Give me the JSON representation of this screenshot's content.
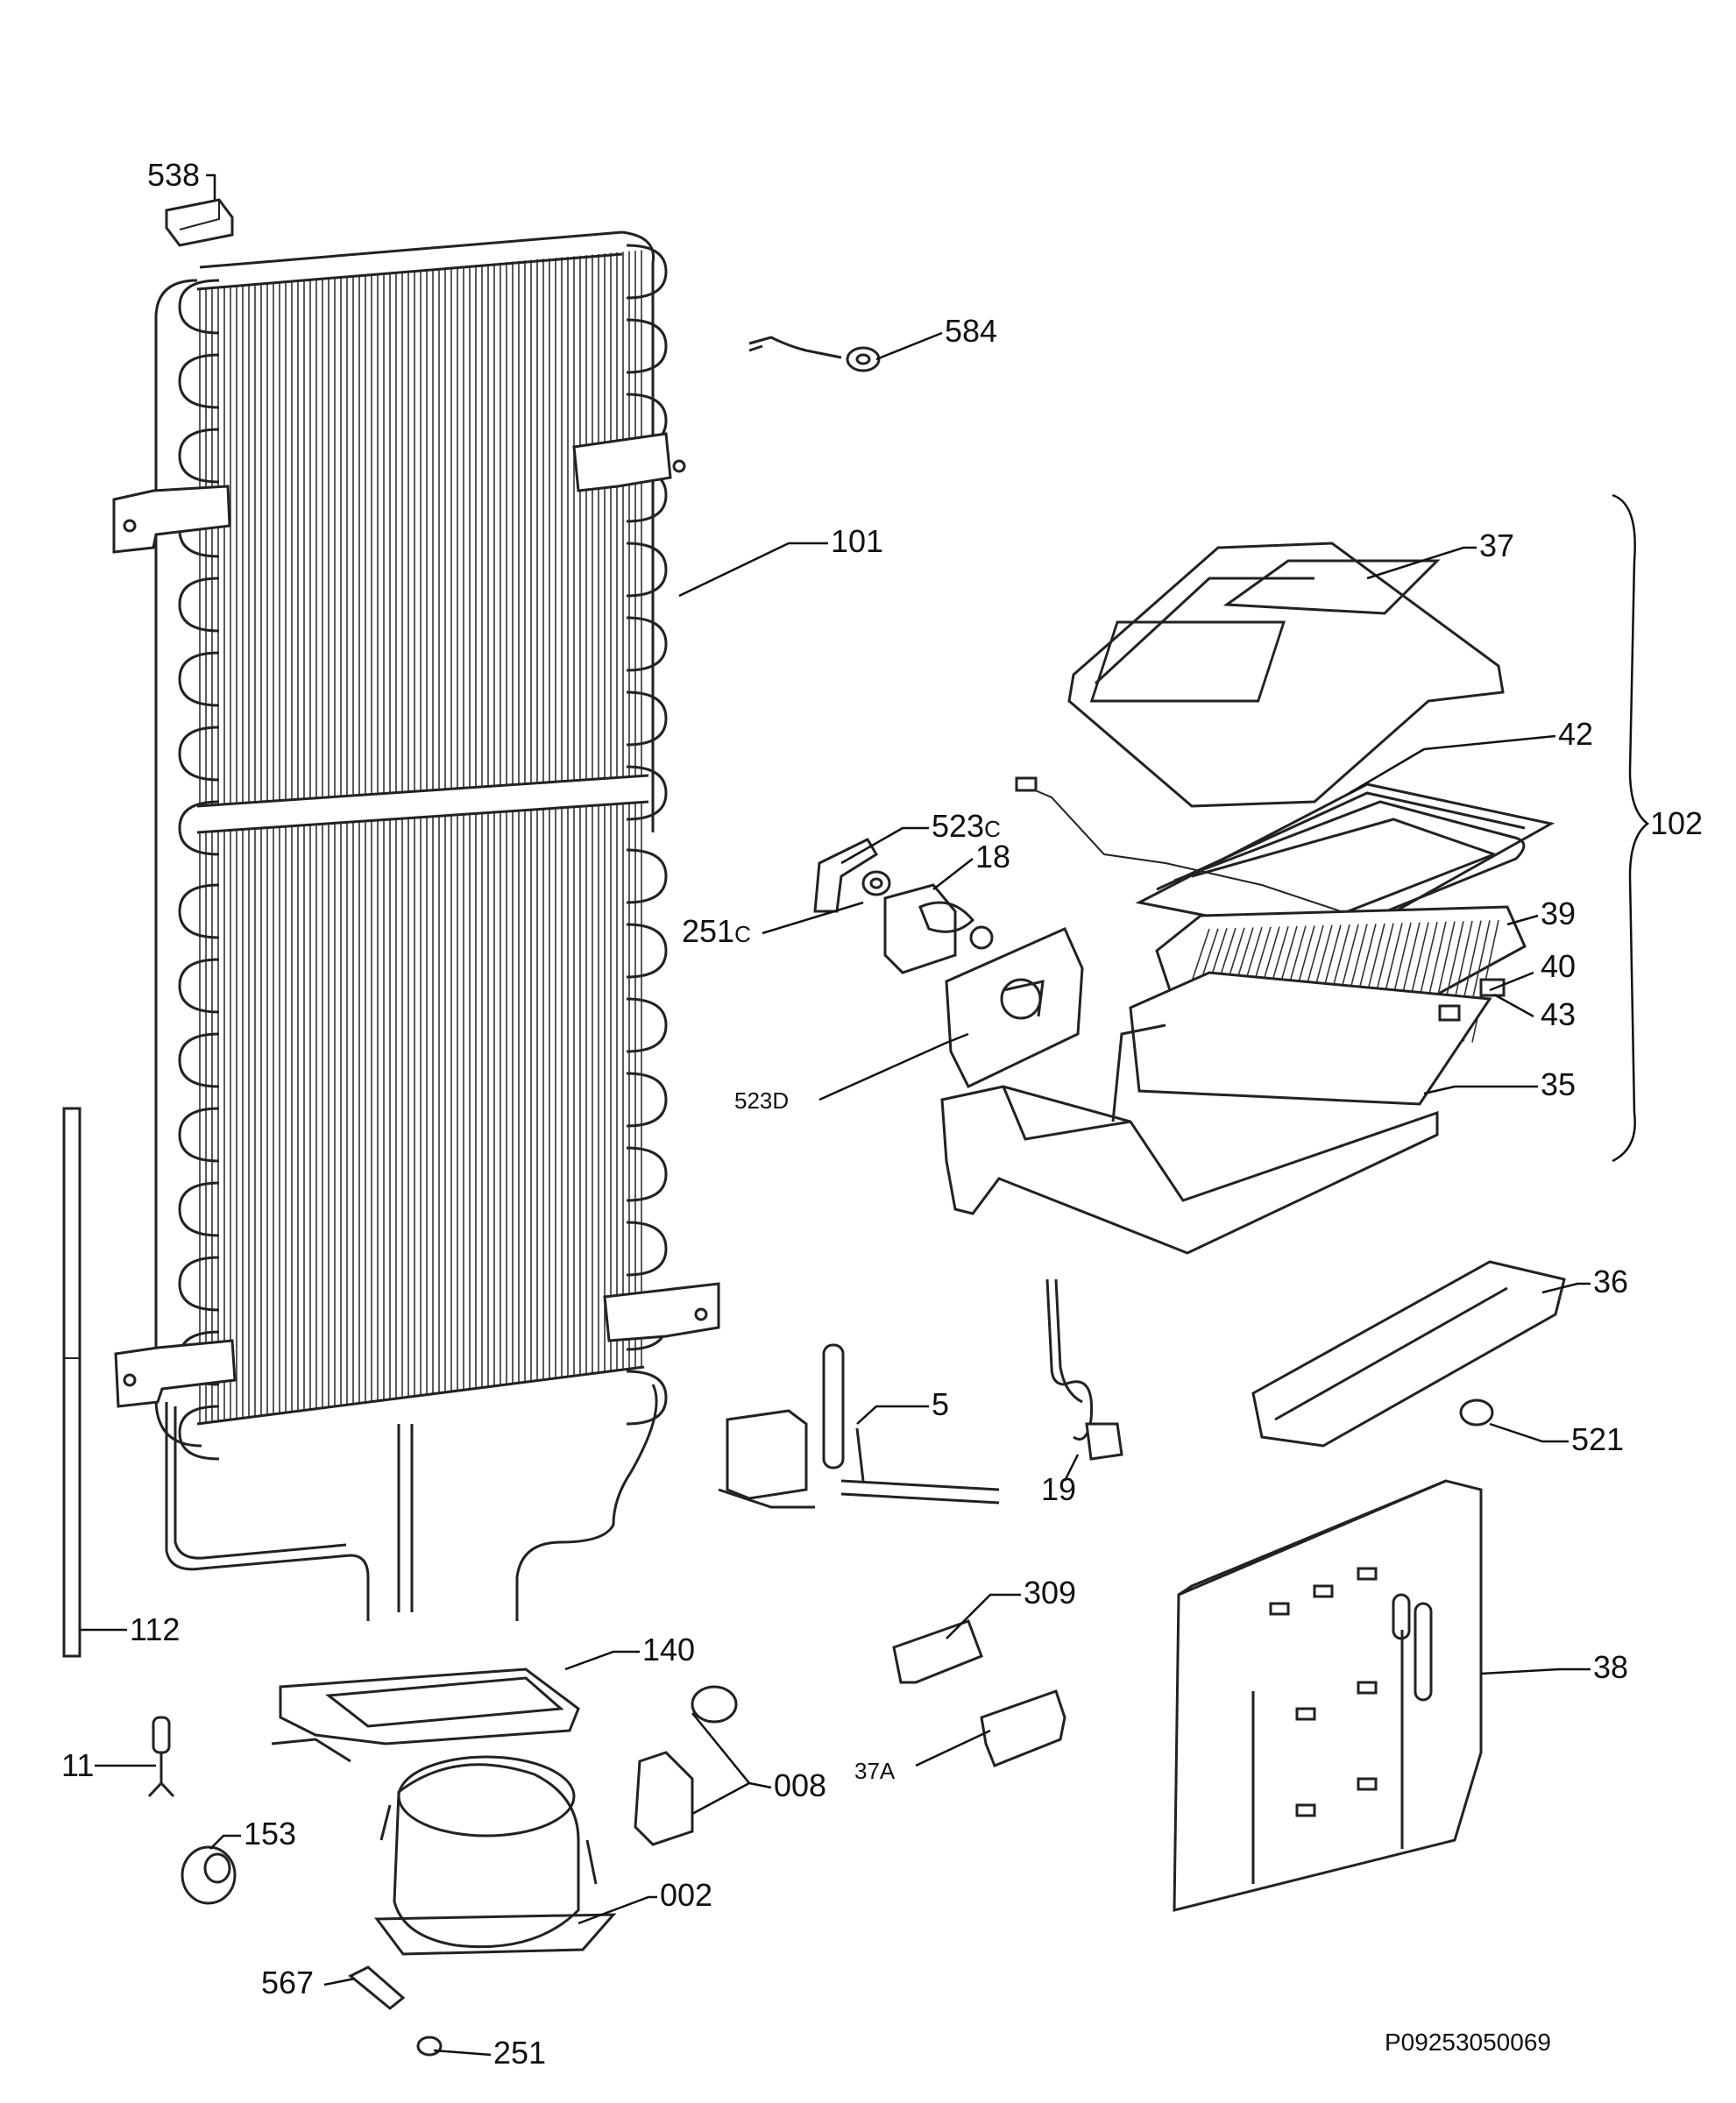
{
  "labels": {
    "p538": "538",
    "p584": "584",
    "p101": "101",
    "p37": "37",
    "p42": "42",
    "p523c": "523",
    "p523c_suffix": "C",
    "p18": "18",
    "p251c": "251",
    "p251c_suffix": "C",
    "p39": "39",
    "p40": "40",
    "p43": "43",
    "p102": "102",
    "p523d": "523",
    "p523d_suffix": "D",
    "p35": "35",
    "p36": "36",
    "p5": "5",
    "p19": "19",
    "p521": "521",
    "p112": "112",
    "p140": "140",
    "p309": "309",
    "p38": "38",
    "p11": "11",
    "p008": "008",
    "p37a": "37",
    "p37a_suffix": "A",
    "p153": "153",
    "p002": "002",
    "p567": "567",
    "p251": "251"
  },
  "footer": {
    "code": "P09253050069"
  }
}
